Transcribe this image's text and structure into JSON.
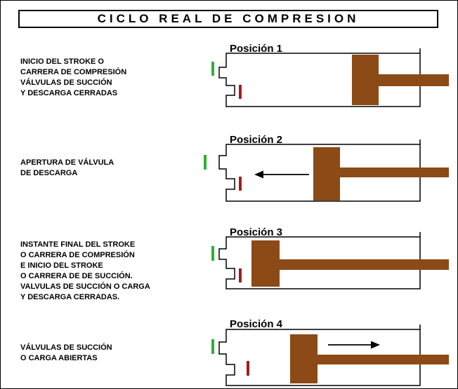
{
  "title": "CICLO REAL DE COMPRESION",
  "colors": {
    "piston": "#8b4a16",
    "suction_valve": "#2eb135",
    "discharge_valve": "#a21d17",
    "outline": "#000000"
  },
  "stages": [
    {
      "position_label": "Posición 1",
      "description": [
        "INICIO DEL STROKE O",
        "CARRERA DE COMPRESIÓN",
        "VÁLVULAS DE SUCCIÓN",
        "Y DESCARGA CERRADAS"
      ],
      "arrow": "none"
    },
    {
      "position_label": "Posición 2",
      "description": [
        "APERTURA DE VÁLVULA",
        "DE DESCARGA"
      ],
      "arrow": "left"
    },
    {
      "position_label": "Posición 3",
      "description": [
        "INSTANTE FINAL DEL STROKE",
        "O CARRERA DE COMPRESIÓN",
        "E INICIO DEL STROKE",
        "O CARRERA DE DE SUCCIÓN.",
        "VALVULAS DE SUCCIÓN O CARGA",
        "Y DESCARGA CERRADAS."
      ],
      "arrow": "none"
    },
    {
      "position_label": "Posición 4",
      "description": [
        "VÁLVULAS DE SUCCIÓN",
        "O CARGA ABIERTAS"
      ],
      "arrow": "right"
    }
  ]
}
